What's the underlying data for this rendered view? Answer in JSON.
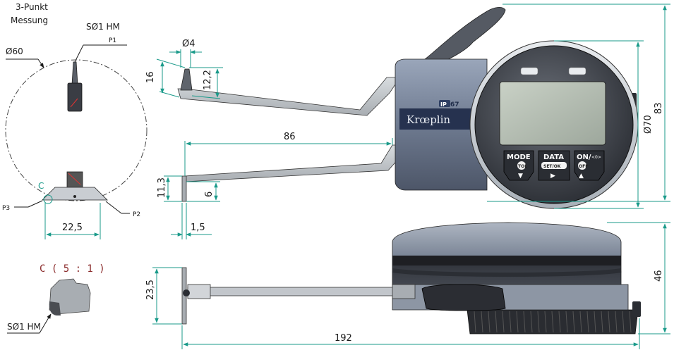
{
  "labels": {
    "measure_line1": "3-Punkt",
    "measure_line2": "Messung",
    "sphere_top": "SØ1 HM",
    "p1": "P1",
    "p2": "P2",
    "p3": "P3",
    "circle_dia": "Ø60",
    "detail_marker": "C",
    "detail_title": "C ( 5 : 1 )",
    "sphere_bottom": "SØ1 HM"
  },
  "dimensions": {
    "tip_dia": "Ø4",
    "tip_height": "16",
    "tip_length": "12,2",
    "arm_length": "86",
    "jaw_height": "11,3",
    "jaw_gap": "6",
    "jaw_thickness": "1,5",
    "point_spacing": "22,5",
    "dial_dia": "Ø70",
    "overall_height": "83",
    "body_depth": "46",
    "probe_width": "23,5",
    "overall_length": "192"
  },
  "device": {
    "brand": "Krœplin",
    "ip_rating_ip": "IP",
    "ip_rating_num": "67",
    "buttons": [
      {
        "main": "MODE",
        "sub": "TOL",
        "arrow": "▼"
      },
      {
        "main": "DATA",
        "sub": "SET/OK",
        "arrow": "▶"
      },
      {
        "main": "ON/",
        "main2": "<0>",
        "sub": "OFF",
        "arrow": "▲"
      }
    ]
  },
  "colors": {
    "dimension_line": "#1a9a8a",
    "body_dark": "#4a4f5a",
    "body_light": "#8a95a8",
    "metal": "#c8ccd0",
    "display": "#b8c2b8",
    "detail_title": "#8a2a2a"
  }
}
